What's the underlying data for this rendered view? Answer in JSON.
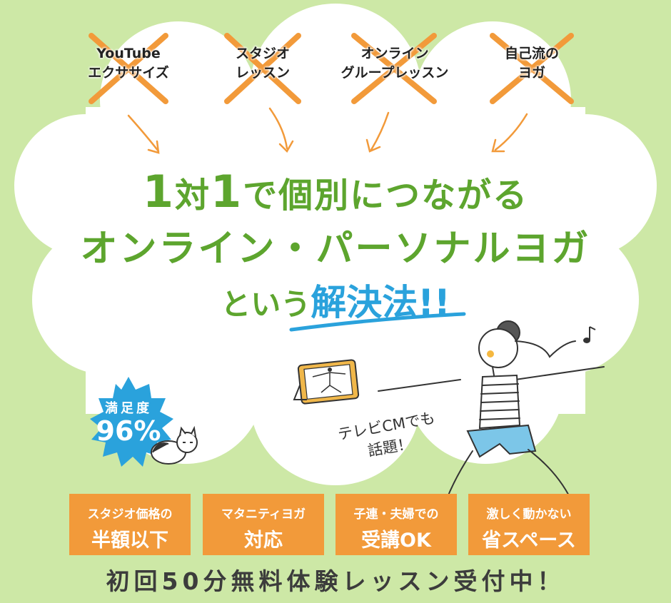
{
  "rejected_options": [
    {
      "line1": "YouTube",
      "line2": "エクササイズ"
    },
    {
      "line1": "スタジオ",
      "line2": "レッスン"
    },
    {
      "line1": "オンライン",
      "line2": "グループレッスン"
    },
    {
      "line1": "自己流の",
      "line2": "ヨガ"
    }
  ],
  "headline": {
    "line1_num1": "1",
    "line1_mid": "対",
    "line1_num2": "1",
    "line1_rest": "で個別につながる",
    "line2": "オンライン・パーソナルヨガ",
    "line3_pre": "という",
    "line3_accent": "解決法!!"
  },
  "badge": {
    "label": "満足度",
    "value": "96%"
  },
  "tv_note": {
    "line1": "テレビCMでも",
    "line2": "話題！"
  },
  "features": [
    {
      "top": "スタジオ価格の",
      "main": "半額以下"
    },
    {
      "top": "マタニティヨガ",
      "main": "対応"
    },
    {
      "top": "子連・夫婦での",
      "main": "受講OK"
    },
    {
      "top": "激しく動かない",
      "main": "省スペース"
    }
  ],
  "footer": "初回50分無料体験レッスン受付中！",
  "colors": {
    "background": "#cde8a6",
    "headline_green": "#5da52e",
    "accent_blue": "#2aa2dc",
    "cross_orange": "#f29a3a",
    "feature_orange": "#f29a3a"
  }
}
